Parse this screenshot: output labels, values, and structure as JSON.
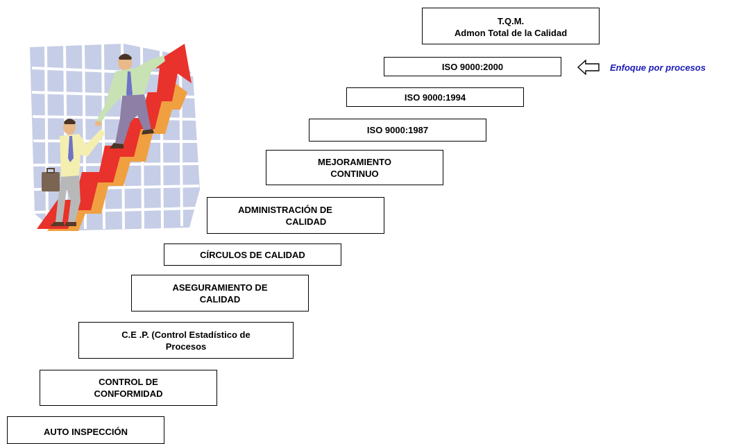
{
  "steps": {
    "tqm": [
      "T.Q.M.",
      "Admon Total de la Calidad"
    ],
    "iso2000": [
      "ISO 9000:2000"
    ],
    "iso1994": [
      "ISO 9000:1994"
    ],
    "iso1987": [
      "ISO 9000:1987"
    ],
    "mejora": [
      "MEJORAMIENTO",
      "CONTINUO"
    ],
    "admin": [
      "ADMINISTRACIÓN DE",
      "CALIDAD"
    ],
    "circulos": [
      "CÍRCULOS DE CALIDAD"
    ],
    "asegura": [
      "ASEGURAMIENTO DE",
      "CALIDAD"
    ],
    "cep": [
      "C.E .P. (Control Estadístico de",
      "Procesos"
    ],
    "control": [
      "CONTROL DE",
      "CONFORMIDAD"
    ],
    "auto": [
      "AUTO INSPECCIÓN"
    ]
  },
  "callout": {
    "text": "Enfoque por procesos",
    "icon": "hollow-left-arrow-icon",
    "color": "#1a1ab8"
  },
  "clipart": {
    "description_icon": "businessmen-climbing-arrow-clipart",
    "colors": {
      "arrow": "#e8322b",
      "arrow_shadow": "#f0a040",
      "grid_back": "#c8cfe8",
      "grid_lines": "#ffffff"
    }
  }
}
